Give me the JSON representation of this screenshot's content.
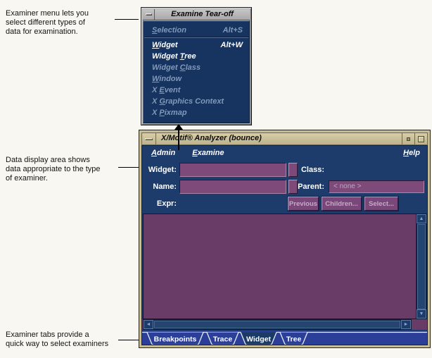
{
  "palette": {
    "window_navy": "#1d3c6b",
    "menu_navy": "#16345f",
    "titlebar_tan": "#c6bd96",
    "titlebar_gray": "#b3b3b3",
    "field_purple": "#7d4a7a",
    "data_purple": "#693c67",
    "tabbar_blue": "#2b3f99",
    "dim_menu_text": "#8199bb",
    "dim_button_text": "#c3abc3"
  },
  "notes": {
    "menu": "Examiner menu lets you\nselect different types of\ndata for examination.",
    "display": "Data display area shows\ndata appropriate to the type\nof examiner.",
    "tabs": "Examiner tabs provide a\nquick way to select examiners"
  },
  "tearoff": {
    "title": "Examine Tear-off",
    "items": [
      {
        "pre": "",
        "key": "S",
        "post": "election",
        "accel": "Alt+S",
        "state": "dim"
      },
      {
        "pre": "",
        "key": "W",
        "post": "idget",
        "accel": "Alt+W",
        "state": "active"
      },
      {
        "pre": "Widget ",
        "key": "T",
        "post": "ree",
        "accel": "",
        "state": "active"
      },
      {
        "pre": "Widget ",
        "key": "C",
        "post": "lass",
        "accel": "",
        "state": "dim"
      },
      {
        "pre": "",
        "key": "W",
        "post": "indow",
        "accel": "",
        "state": "dim"
      },
      {
        "pre": "X ",
        "key": "E",
        "post": "vent",
        "accel": "",
        "state": "dim"
      },
      {
        "pre": "X ",
        "key": "G",
        "post": "raphics Context",
        "accel": "",
        "state": "dim"
      },
      {
        "pre": "X ",
        "key": "P",
        "post": "ixmap",
        "accel": "",
        "state": "dim"
      }
    ]
  },
  "main_window": {
    "title": "X/Motif® Analyzer (bounce)",
    "menubar": {
      "admin": {
        "pre": "",
        "key": "A",
        "post": "dmin"
      },
      "examine": {
        "pre": "",
        "key": "E",
        "post": "xamine"
      },
      "help": {
        "pre": "",
        "key": "H",
        "post": "elp"
      }
    },
    "form": {
      "widget_label": "Widget:",
      "widget_value": "",
      "name_label": "Name:",
      "name_value": "",
      "expr_label": "Expr:",
      "class_label": "Class:",
      "parent_label": "Parent:",
      "parent_value": "< none >",
      "previous_button": "Previous",
      "children_button": "Children...",
      "select_button": "Select..."
    },
    "tabs": {
      "items": [
        "Breakpoints",
        "Trace",
        "Widget",
        "Tree"
      ],
      "selected": "Widget"
    }
  }
}
